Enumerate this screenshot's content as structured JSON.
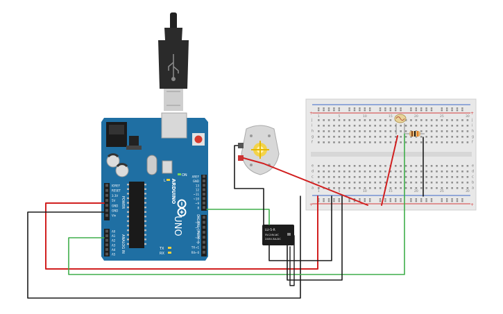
{
  "colors": {
    "board": "#1f6fa3",
    "board_dark": "#15557f",
    "header": "#222222",
    "breadboard": "#e9e9e9",
    "rail_red": "#d33a3a",
    "rail_blue": "#3a66c7",
    "wire_red": "#d11f1f",
    "wire_black": "#1a1a1a",
    "wire_green": "#3fae4a",
    "motor_body": "#d9d9d9",
    "motor_shaft": "#f1c40f",
    "relay": "#1c1c1c",
    "usb": "#2a2a2a"
  },
  "arduino": {
    "brand": "ARDUINO",
    "model": "UNO",
    "power_label": "POWER",
    "analog_label": "ANALOG IN",
    "digital_label": "DIGITAL (PWM~)",
    "tx": "TX",
    "rx": "RX",
    "on": "ON",
    "l_label": "L",
    "power_pins": [
      "IOREF",
      "RESET",
      "3.3V",
      "5V",
      "GND",
      "GND",
      "Vin"
    ],
    "analog_pins": [
      "A0",
      "A1",
      "A2",
      "A3",
      "A4",
      "A5"
    ],
    "digital_top": [
      "AREF",
      "GND",
      "13",
      "12",
      "~11",
      "~10",
      "~9",
      "8"
    ],
    "digital_bottom": [
      "7",
      "~6",
      "~5",
      "4",
      "~3",
      "2",
      "TX→1",
      "RX←0"
    ]
  },
  "relay": {
    "line1": "LU-5-R",
    "line2": "5V-24V-AC",
    "line3": "240V-3A-DC"
  },
  "breadboard": {
    "row_letters_top": [
      "j",
      "i",
      "h",
      "g",
      "f"
    ],
    "row_letters_bottom": [
      "e",
      "d",
      "c",
      "b",
      "a"
    ],
    "col_numbers": [
      "1",
      "5",
      "10",
      "15",
      "20",
      "25",
      "30"
    ]
  }
}
